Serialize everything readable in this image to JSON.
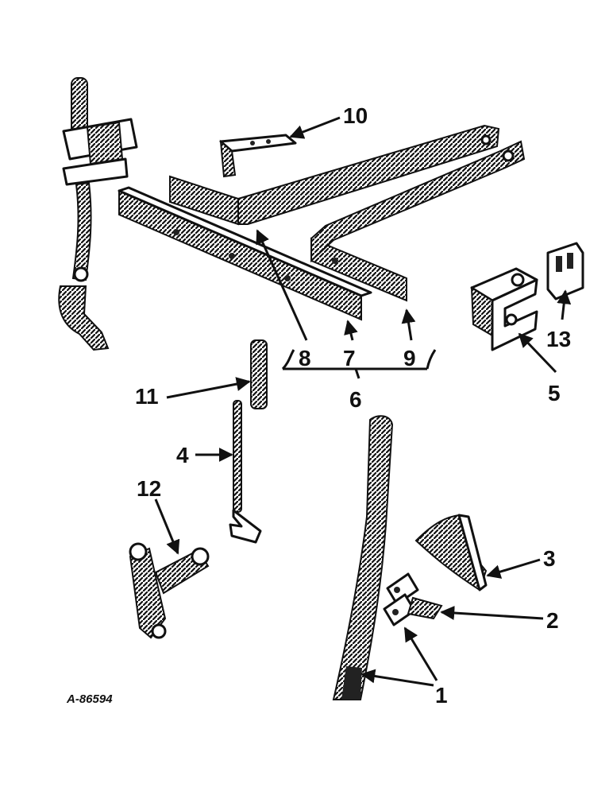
{
  "callouts": {
    "c1": "1",
    "c2": "2",
    "c3": "3",
    "c4": "4",
    "c5": "5",
    "c6": "6",
    "c7": "7",
    "c8": "8",
    "c9": "9",
    "c10": "10",
    "c11": "11",
    "c12": "12",
    "c13": "13"
  },
  "figure_id": "A-86594"
}
